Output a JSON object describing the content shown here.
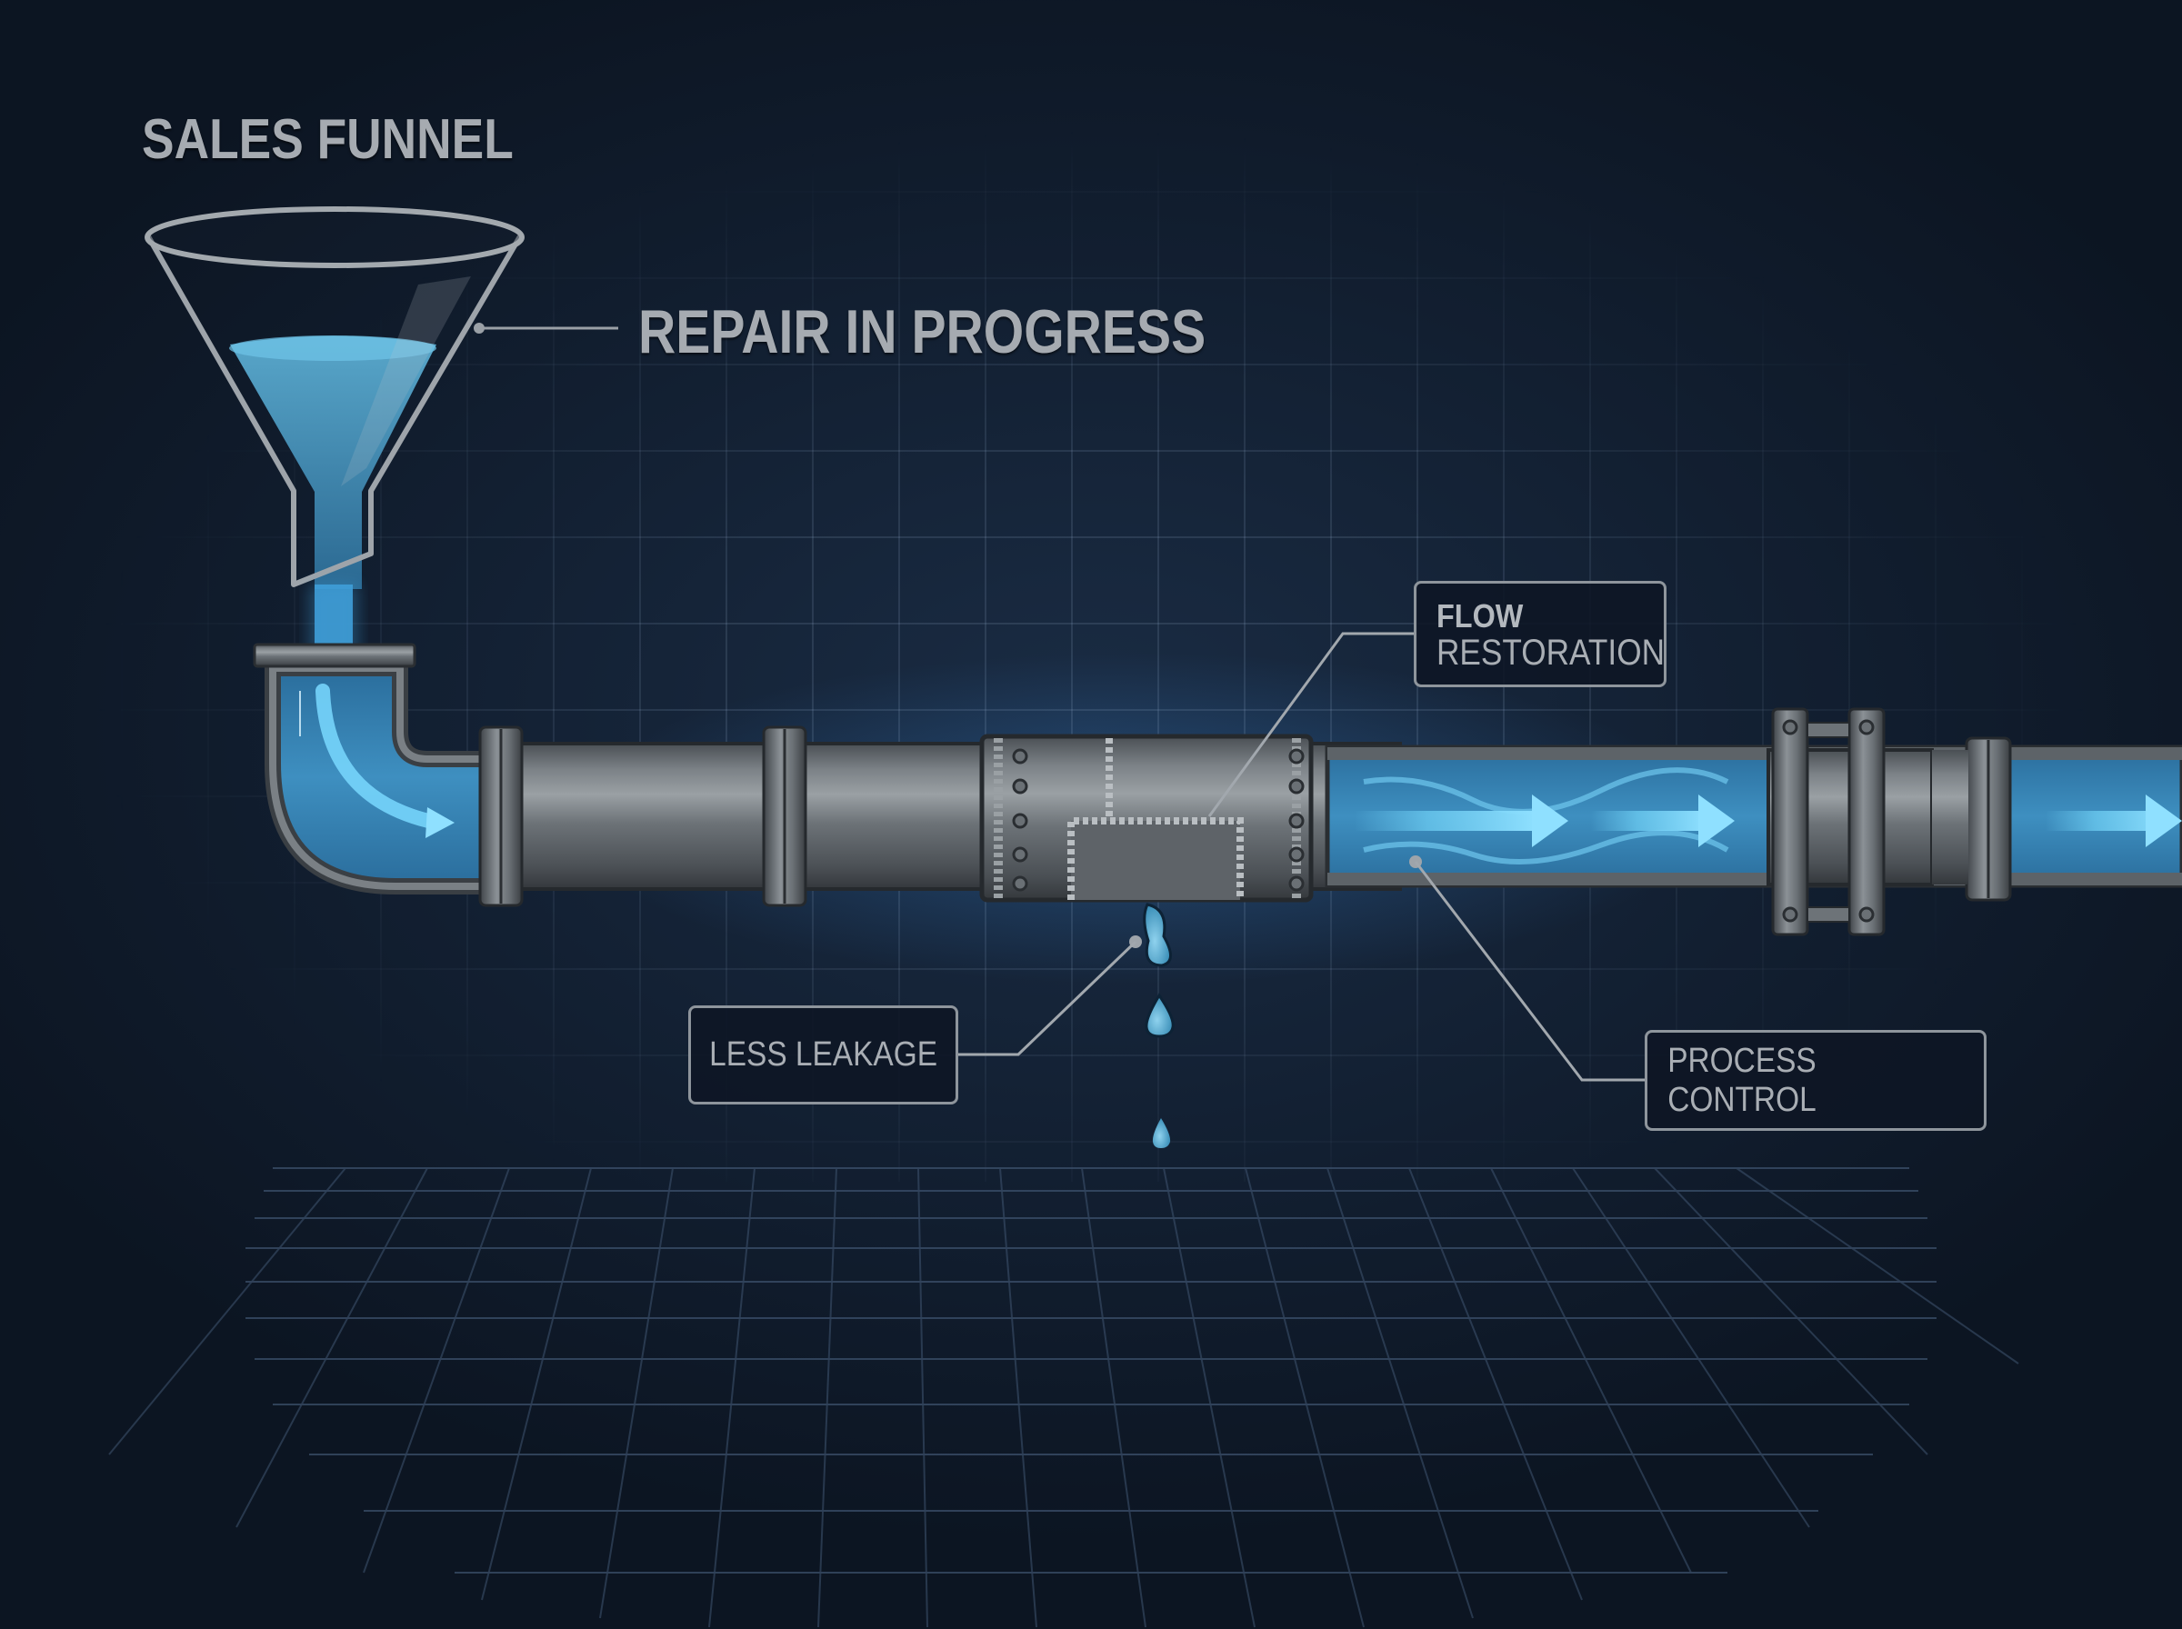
{
  "diagram": {
    "title": "SALES FUNNEL",
    "funnel_label": "REPAIR IN PROGRESS",
    "callouts": [
      {
        "id": "flow-restoration",
        "line1": "FLOW",
        "line2": "RESTORATION"
      },
      {
        "id": "less-leakage",
        "text": "LESS LEAKAGE"
      },
      {
        "id": "process-control",
        "text": "PROCESS CONTROL"
      }
    ],
    "elements": {
      "funnel": "sales-funnel-with-water",
      "pipe": "steel-pipeline-elbow-to-horizontal",
      "patch": "welded-bolted-repair-sleeve",
      "leak": "water-droplets",
      "flow": "blue-water-flow-arrows"
    },
    "colors": {
      "background": "#0f1a29",
      "grid": "#5a7090",
      "text": "#a6abb1",
      "water": "#4fb6e6",
      "water_glow": "#2f8fd8",
      "steel": "#6d7378",
      "callout_border": "#8e959c"
    }
  }
}
